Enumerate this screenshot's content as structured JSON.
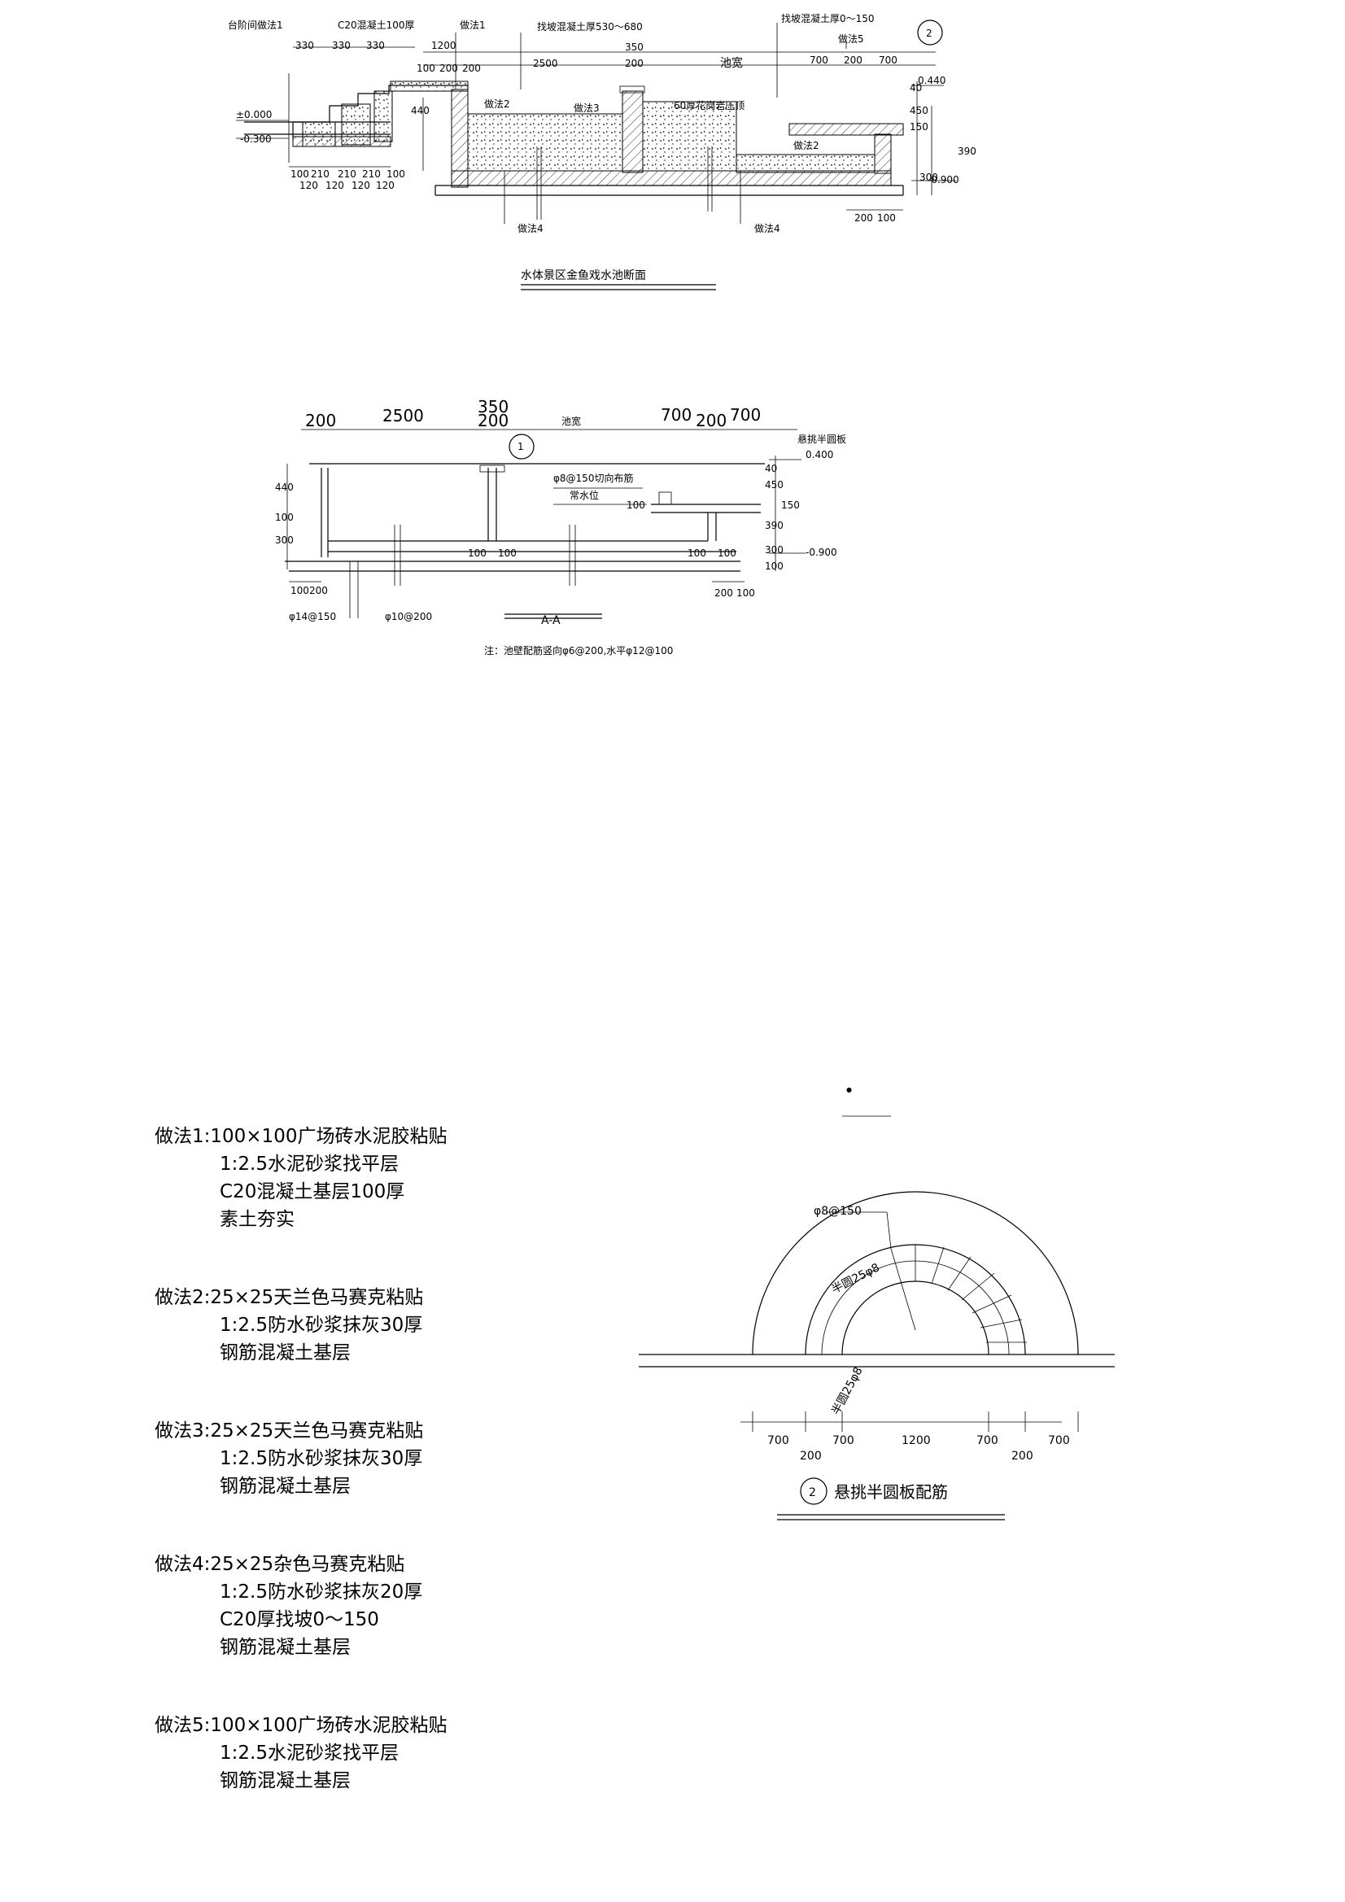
{
  "section1": {
    "title": "水体景区金鱼戏水池断面",
    "labels": {
      "step_method": "台阶间做法1",
      "c20": "C20混凝土100厚",
      "m1": "做法1",
      "slope_fill": "找坡混凝土厚530～680",
      "slope_fill2": "找坡混凝土厚0～150",
      "m5": "做法5",
      "m2a": "做法2",
      "m3": "做法3",
      "granite": "60厚花岗岩压顶",
      "m2b": "做法2",
      "m4a": "做法4",
      "m4b": "做法4",
      "pool_width": "池宽",
      "circle": "2"
    },
    "dims": {
      "d330a": "330",
      "d330b": "330",
      "d330c": "330",
      "d1200": "1200",
      "d100": "100",
      "d200a": "200",
      "d200b": "200",
      "d2500": "2500",
      "d350": "350",
      "d200c": "200",
      "d700a": "700",
      "d200d": "200",
      "d700b": "700",
      "e0440": "0.440",
      "e000": "±0.000",
      "em300": "-0.300",
      "em900": "-0.900",
      "v150": "150",
      "v440": "440",
      "v450": "450",
      "v40": "40",
      "v390": "390",
      "v300": "300",
      "b100": "100",
      "b210a": "210",
      "b210b": "210",
      "b210c": "210",
      "b100b": "100",
      "b120a": "120",
      "b120b": "120",
      "b120c": "120",
      "b120d": "120",
      "r200": "200",
      "r100": "100"
    }
  },
  "section2": {
    "title": "A-A",
    "note": "注：池壁配筋竖向φ6@200,水平φ12@100",
    "labels": {
      "cantilever": "悬挑半圆板",
      "rebar_tangent": "φ8@150切向布筋",
      "water_level": "常水位",
      "pool_width": "池宽",
      "circle": "1",
      "rebar14": "φ14@150",
      "rebar10": "φ10@200",
      "e0400": "0.400",
      "em900": "-0.900"
    },
    "dims": {
      "d200": "200",
      "d2500": "2500",
      "d350": "350",
      "d200b": "200",
      "d700": "700",
      "d200c": "200",
      "d700b": "700",
      "v440": "440",
      "v100": "100",
      "v300": "300",
      "v40": "40",
      "v450": "450",
      "v150": "150",
      "v390": "390",
      "v100b": "100",
      "v300b": "300",
      "v100c": "100",
      "b100a": "100",
      "b100b": "100",
      "b100c": "100",
      "b100d": "100",
      "bl100": "100",
      "bl200": "200",
      "br200": "200",
      "br100": "100"
    }
  },
  "section3": {
    "title": "悬挑半圆板配筋",
    "circle": "2",
    "labels": {
      "rebar": "φ8@150",
      "outer": "半圆25φ8",
      "inner": "半圆25φ8"
    },
    "dims": [
      "700",
      "700",
      "1200",
      "700",
      "700"
    ],
    "dims2": [
      "200",
      "200"
    ]
  },
  "notes": [
    {
      "name": "做法1:",
      "lines": [
        "100×100广场砖水泥胶粘贴",
        "1:2.5水泥砂浆找平层",
        "C20混凝土基层100厚",
        "素土夯实"
      ]
    },
    {
      "name": "做法2:",
      "lines": [
        "25×25天兰色马赛克粘贴",
        "1:2.5防水砂浆抹灰30厚",
        "钢筋混凝土基层"
      ]
    },
    {
      "name": "做法3:",
      "lines": [
        "25×25天兰色马赛克粘贴",
        "1:2.5防水砂浆抹灰30厚",
        "钢筋混凝土基层"
      ]
    },
    {
      "name": "做法4:",
      "lines": [
        "25×25杂色马赛克粘贴",
        "1:2.5防水砂浆抹灰20厚",
        "C20厚找坡0～150",
        "钢筋混凝土基层"
      ]
    },
    {
      "name": "做法5:",
      "lines": [
        "100×100广场砖水泥胶粘贴",
        "1:2.5水泥砂浆找平层",
        "钢筋混凝土基层"
      ]
    }
  ]
}
